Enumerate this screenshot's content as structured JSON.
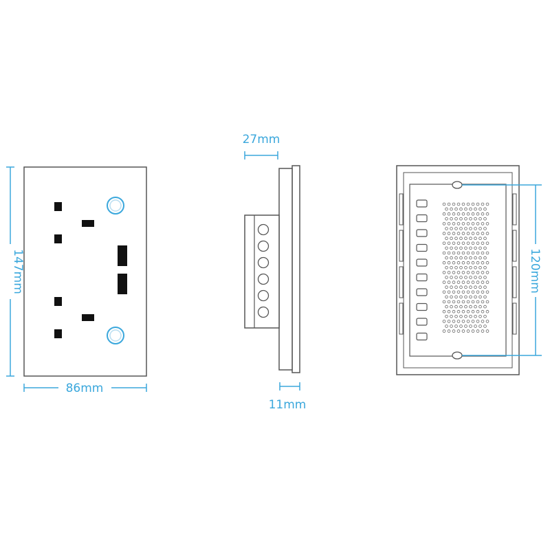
{
  "diagram": {
    "accent_color": "#3aa7dc",
    "outline_color": "#555555",
    "views": {
      "front": {
        "width_label": "86mm",
        "height_label": "147mm",
        "icons": [
          "uk-socket-outlet-icon",
          "usb-port-icon",
          "touch-switch-icon"
        ]
      },
      "side": {
        "total_depth_label": "27mm",
        "plate_thickness_label": "11mm",
        "terminal_count": 6
      },
      "back": {
        "screw_spacing_label": "120mm",
        "terminal_count": 10
      }
    }
  }
}
